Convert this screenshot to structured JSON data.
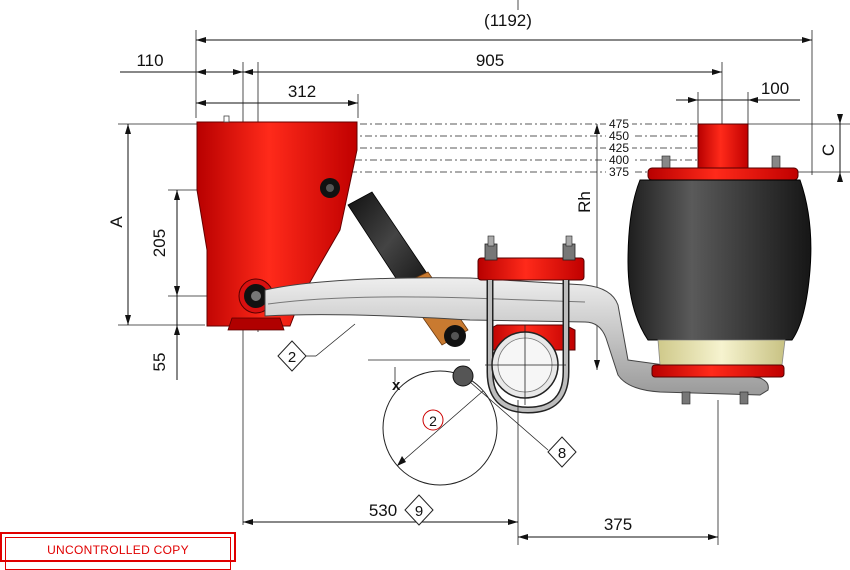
{
  "dimensions": {
    "overall": "(1192)",
    "d110": "110",
    "d905": "905",
    "d312": "312",
    "d100": "100",
    "d205": "205",
    "d55": "55",
    "d530": "530",
    "d375": "375",
    "A": "A",
    "C": "C",
    "Rh": "Rh",
    "x": "x"
  },
  "ride_heights": [
    "475",
    "450",
    "425",
    "400",
    "375"
  ],
  "callouts": {
    "c2_leaf": "2",
    "c2_circle": "2",
    "c8": "8",
    "c9": "9"
  },
  "stamp": {
    "text": "UNCONTROLLED COPY"
  },
  "colors": {
    "bracket_red": "#e01010",
    "air_spring": "#2f2f2f",
    "piston": "#e9e6b0",
    "spring_steel": "#c4c4c4",
    "damper_boot": "#c97a30",
    "stamp_red": "#e00000"
  }
}
